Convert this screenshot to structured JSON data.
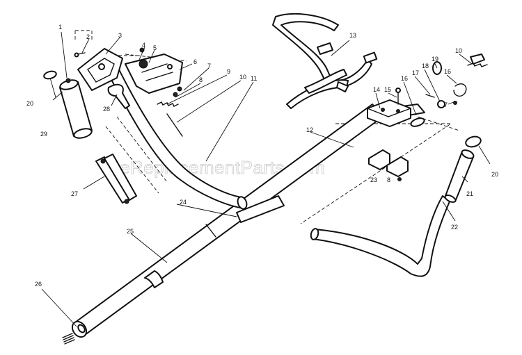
{
  "watermark": "eReplacementParts.com",
  "callouts": [
    "1",
    "2",
    "3",
    "4",
    "5",
    "6",
    "7",
    "8",
    "9",
    "10",
    "11",
    "12",
    "13",
    "14",
    "15",
    "16",
    "17",
    "18",
    "19",
    "16",
    "10",
    "7",
    "20",
    "29",
    "28",
    "27",
    "23",
    "8",
    "24",
    "25",
    "26",
    "20",
    "21",
    "22"
  ]
}
